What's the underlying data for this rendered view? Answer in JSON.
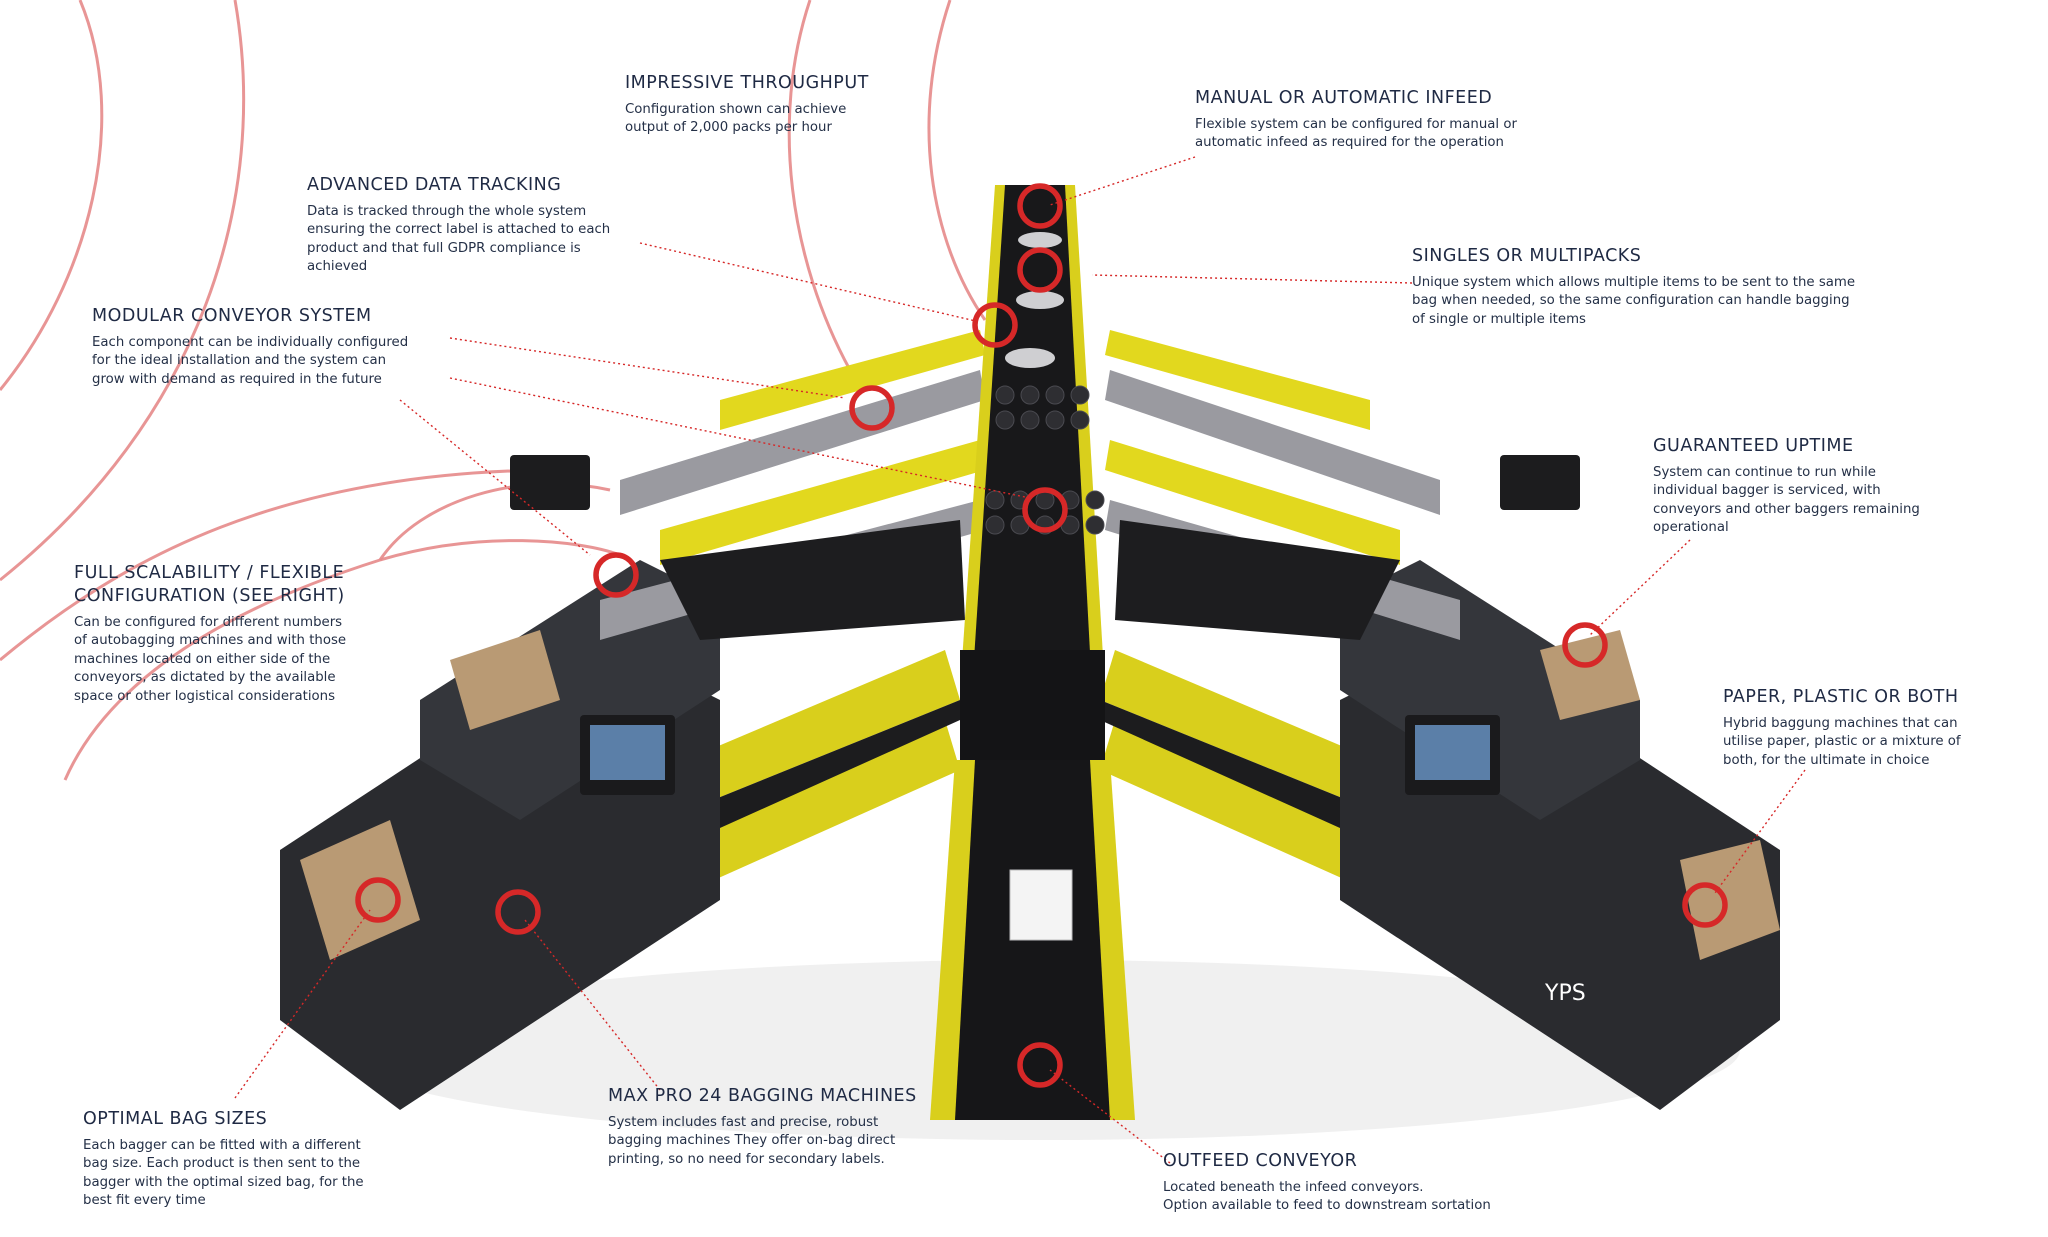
{
  "colors": {
    "accent": "#d62828",
    "heading": "#1f2a44",
    "body": "#243047",
    "yellow": "#e8dc1f",
    "belt": "#1b1b1d",
    "machine": "#26272b"
  },
  "callouts": {
    "throughput": {
      "title": "IMPRESSIVE THROUGHPUT",
      "lines": [
        "Configuration shown can achieve",
        "output of 2,000 packs per hour"
      ]
    },
    "infeed": {
      "title": "MANUAL OR AUTOMATIC INFEED",
      "lines": [
        "Flexible system can be configured for manual or",
        "automatic infeed as required for the operation"
      ]
    },
    "tracking": {
      "title": "ADVANCED DATA TRACKING",
      "lines": [
        "Data is tracked through the whole system",
        "ensuring the correct label is attached to each",
        "product and that full GDPR compliance is",
        "achieved"
      ]
    },
    "singles": {
      "title": "SINGLES OR MULTIPACKS",
      "lines": [
        "Unique system which allows multiple items to be sent to the same",
        "bag when needed, so the same configuration can handle bagging",
        "of single or multiple items"
      ]
    },
    "modular": {
      "title": "MODULAR CONVEYOR SYSTEM",
      "lines": [
        "Each component can be individually configured",
        "for the ideal installation and the system can",
        "grow with demand as required in the future"
      ]
    },
    "uptime": {
      "title": "GUARANTEED UPTIME",
      "lines": [
        "System can continue to run while",
        "individual bagger is serviced, with",
        "conveyors and other baggers remaining",
        "operational"
      ]
    },
    "scalability": {
      "title_lines": [
        "FULL SCALABILITY / FLEXIBLE",
        "CONFIGURATION (SEE RIGHT)"
      ],
      "lines": [
        "Can be configured for different numbers",
        "of autobagging machines and with those",
        "machines located on either side of the",
        "conveyors, as dictated by the available",
        "space or other logistical considerations"
      ]
    },
    "paper": {
      "title": "PAPER, PLASTIC OR BOTH",
      "lines": [
        "Hybrid baggung machines that can",
        "utilise paper, plastic or a mixture of",
        "both, for the ultimate in choice"
      ]
    },
    "bagsizes": {
      "title": "OPTIMAL BAG SIZES",
      "lines": [
        "Each bagger can be fitted with a different",
        "bag size.  Each product is then sent to the",
        "bagger with the optimal sized bag, for the",
        "best fit every time"
      ]
    },
    "maxpro": {
      "title": "MAX PRO 24 BAGGING MACHINES",
      "lines": [
        "System includes fast and precise, robust",
        "bagging machines They offer on-bag direct",
        "printing, so no need for secondary labels."
      ]
    },
    "outfeed": {
      "title": "OUTFEED CONVEYOR",
      "lines": [
        "Located beneath the infeed conveyors.",
        "Option available to feed to downstream sortation"
      ]
    }
  },
  "machine": {
    "brand_mark": "YPS"
  }
}
